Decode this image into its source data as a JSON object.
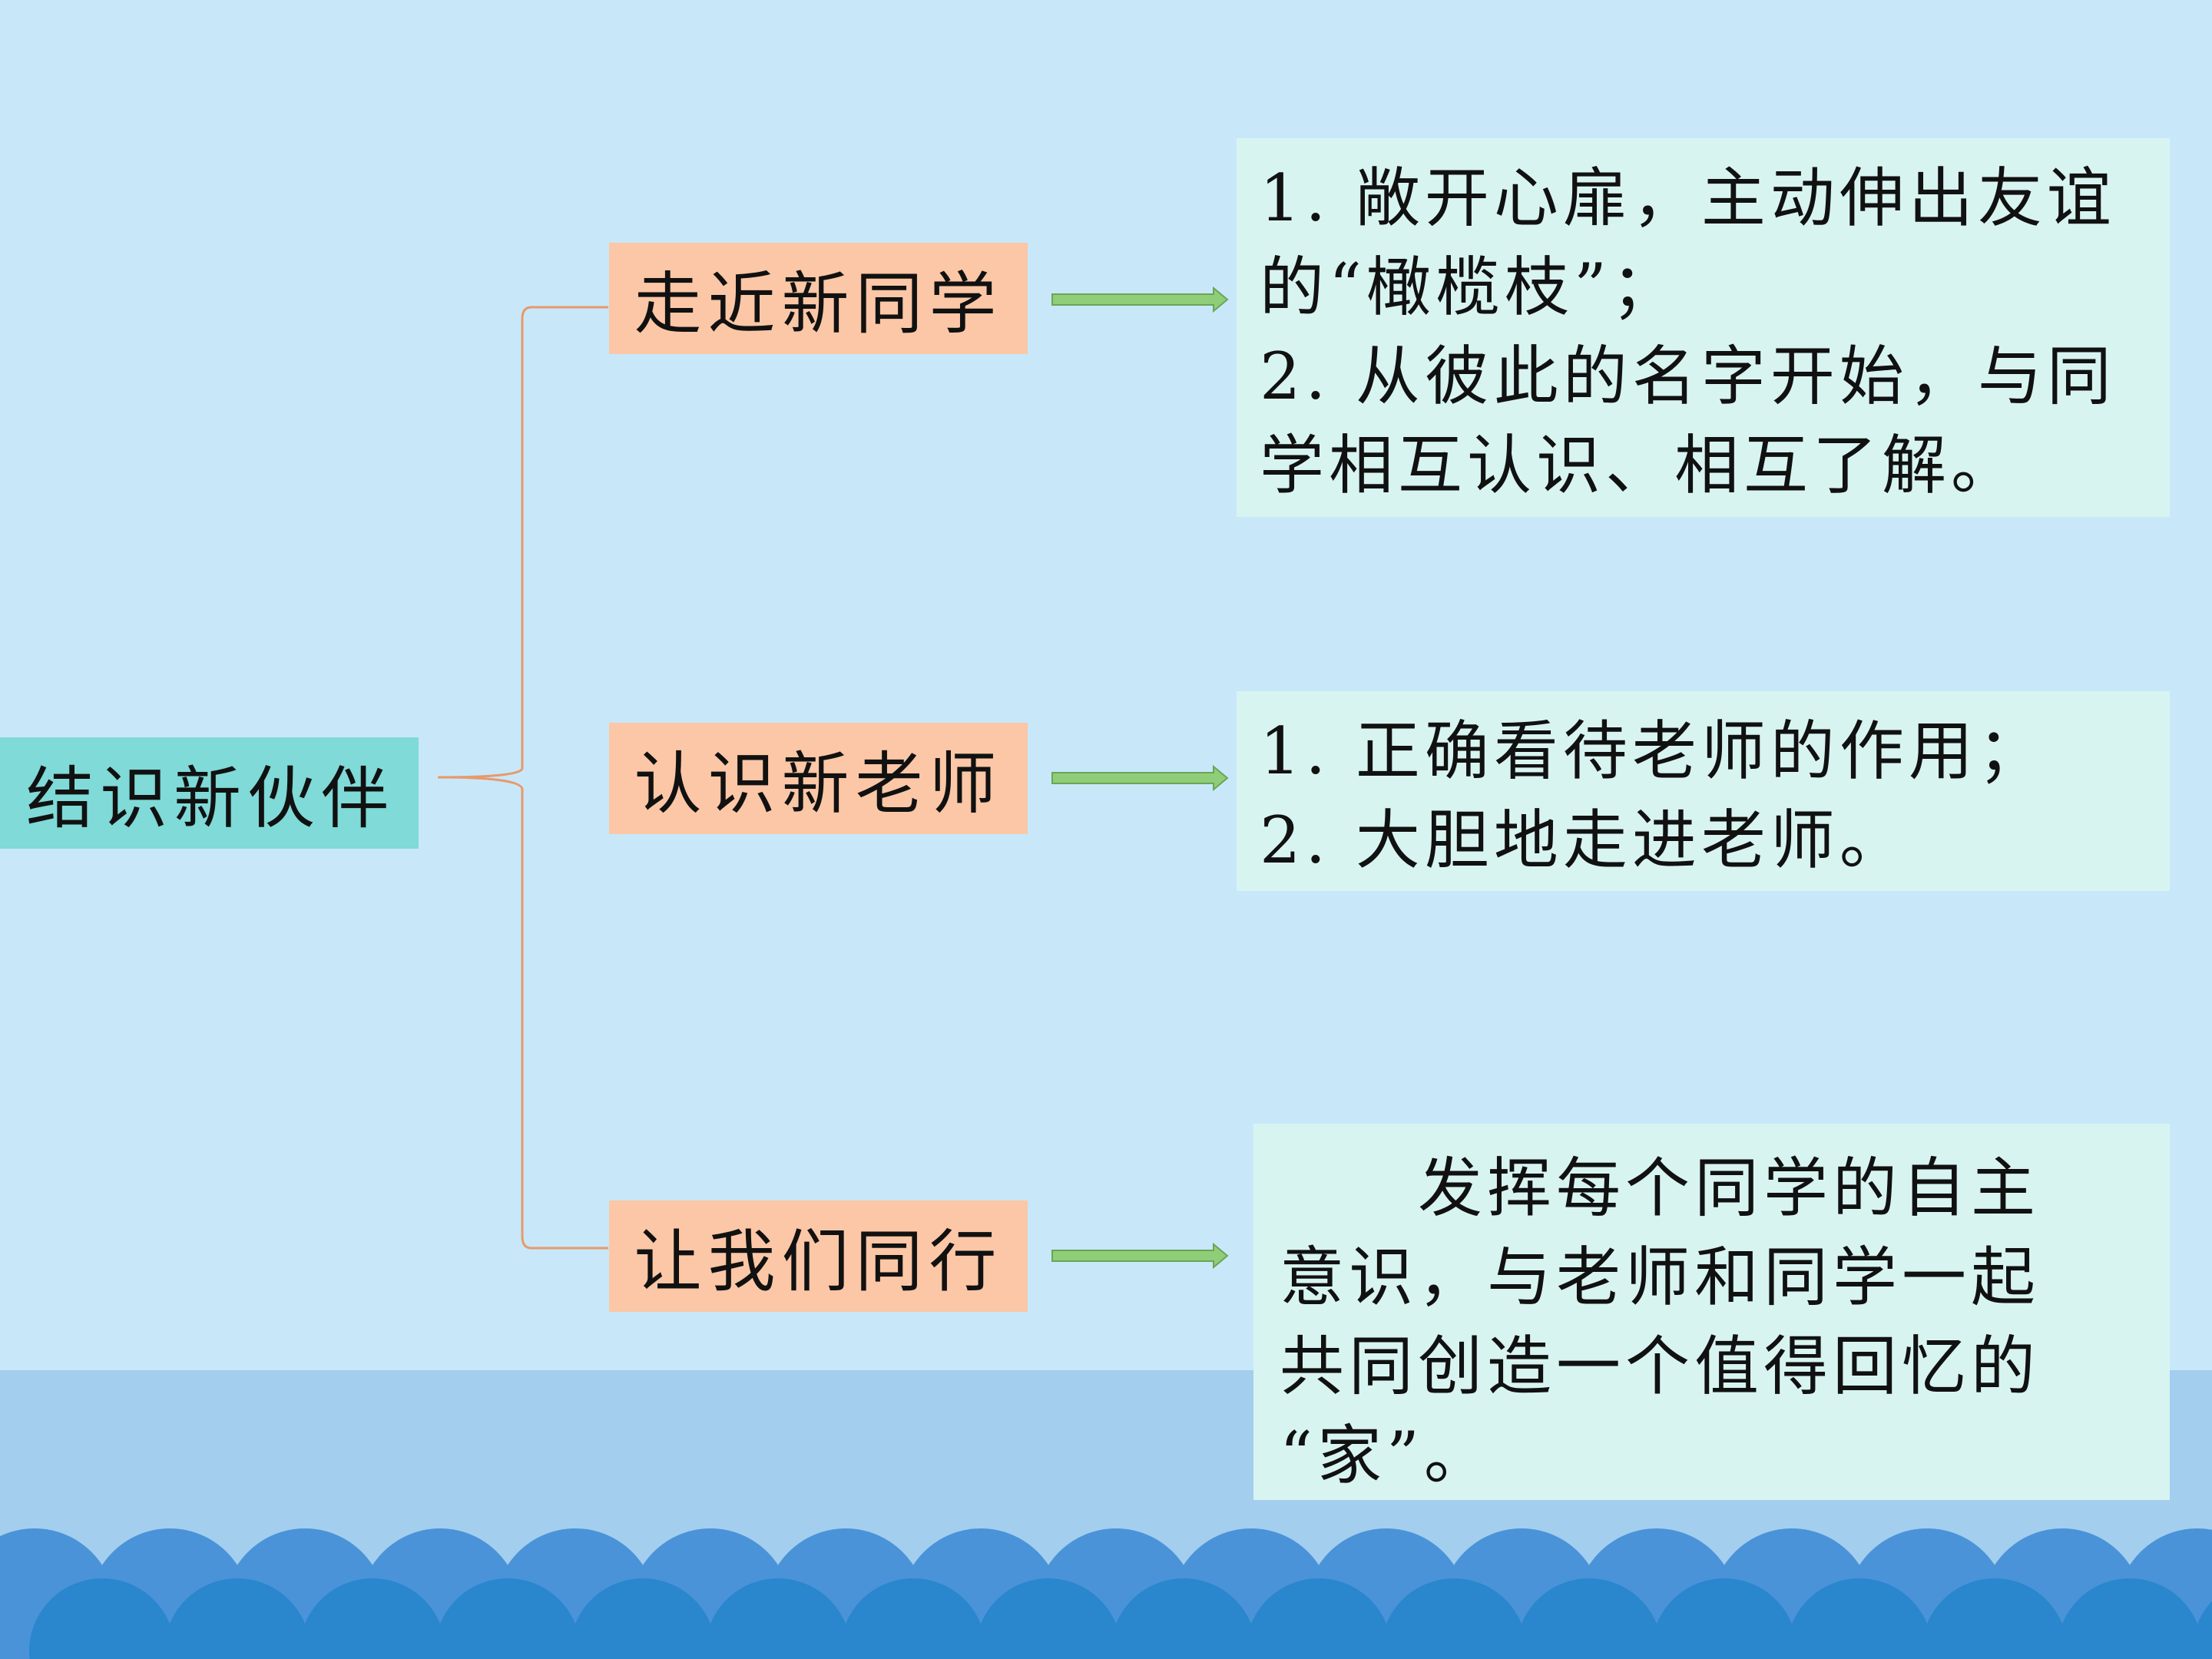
{
  "colors": {
    "sky": "#c8e8fa",
    "band": "#a3ceee",
    "wave_back": "#4a93d8",
    "wave_front": "#2a86cd",
    "root_fill": "#7fdad8",
    "branch_fill": "#fbc7a6",
    "detail_fill": "#d8f4f1",
    "bracket": "#e79a6b",
    "arrow": "#8fcd78",
    "arrow_edge": "#6aa556"
  },
  "root": {
    "label": "结识新伙伴"
  },
  "branches": [
    {
      "label": "走近新同学",
      "detail": [
        "1. 敞开心扉，主动伸出友谊",
        "的“橄榄枝”；",
        "2. 从彼此的名字开始，与同",
        "学相互认识、相互了解。"
      ]
    },
    {
      "label": "认识新老师",
      "detail": [
        "1. 正确看待老师的作用；",
        "2. 大胆地走进老师。"
      ]
    },
    {
      "label": "让我们同行",
      "detail": [
        "　　发挥每个同学的自主",
        "意识，与老师和同学一起",
        "共同创造一个值得回忆的",
        "“家”。"
      ]
    }
  ]
}
